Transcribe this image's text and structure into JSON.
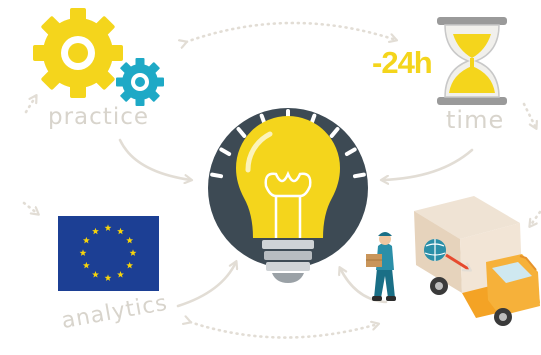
{
  "labels": {
    "practice": "practice",
    "time": "time",
    "analytics": "analytics",
    "countdown": "-24h"
  },
  "icons": {
    "practice": "gear-icon",
    "time": "hourglass-icon",
    "center": "lightbulb-icon",
    "flag": "eu-flag-icon",
    "delivery": "delivery-truck-icon",
    "worker": "courier-person-icon"
  },
  "colors": {
    "accent_yellow": "#f4d51c",
    "teal": "#1ea9c6",
    "slate": "#3d4a54",
    "eu_blue": "#1c3f94",
    "eu_star": "#f7d40a",
    "truck_orange": "#f4a325",
    "label_grey": "#d8d4cc",
    "arrow_grey": "#e2ddd5"
  }
}
